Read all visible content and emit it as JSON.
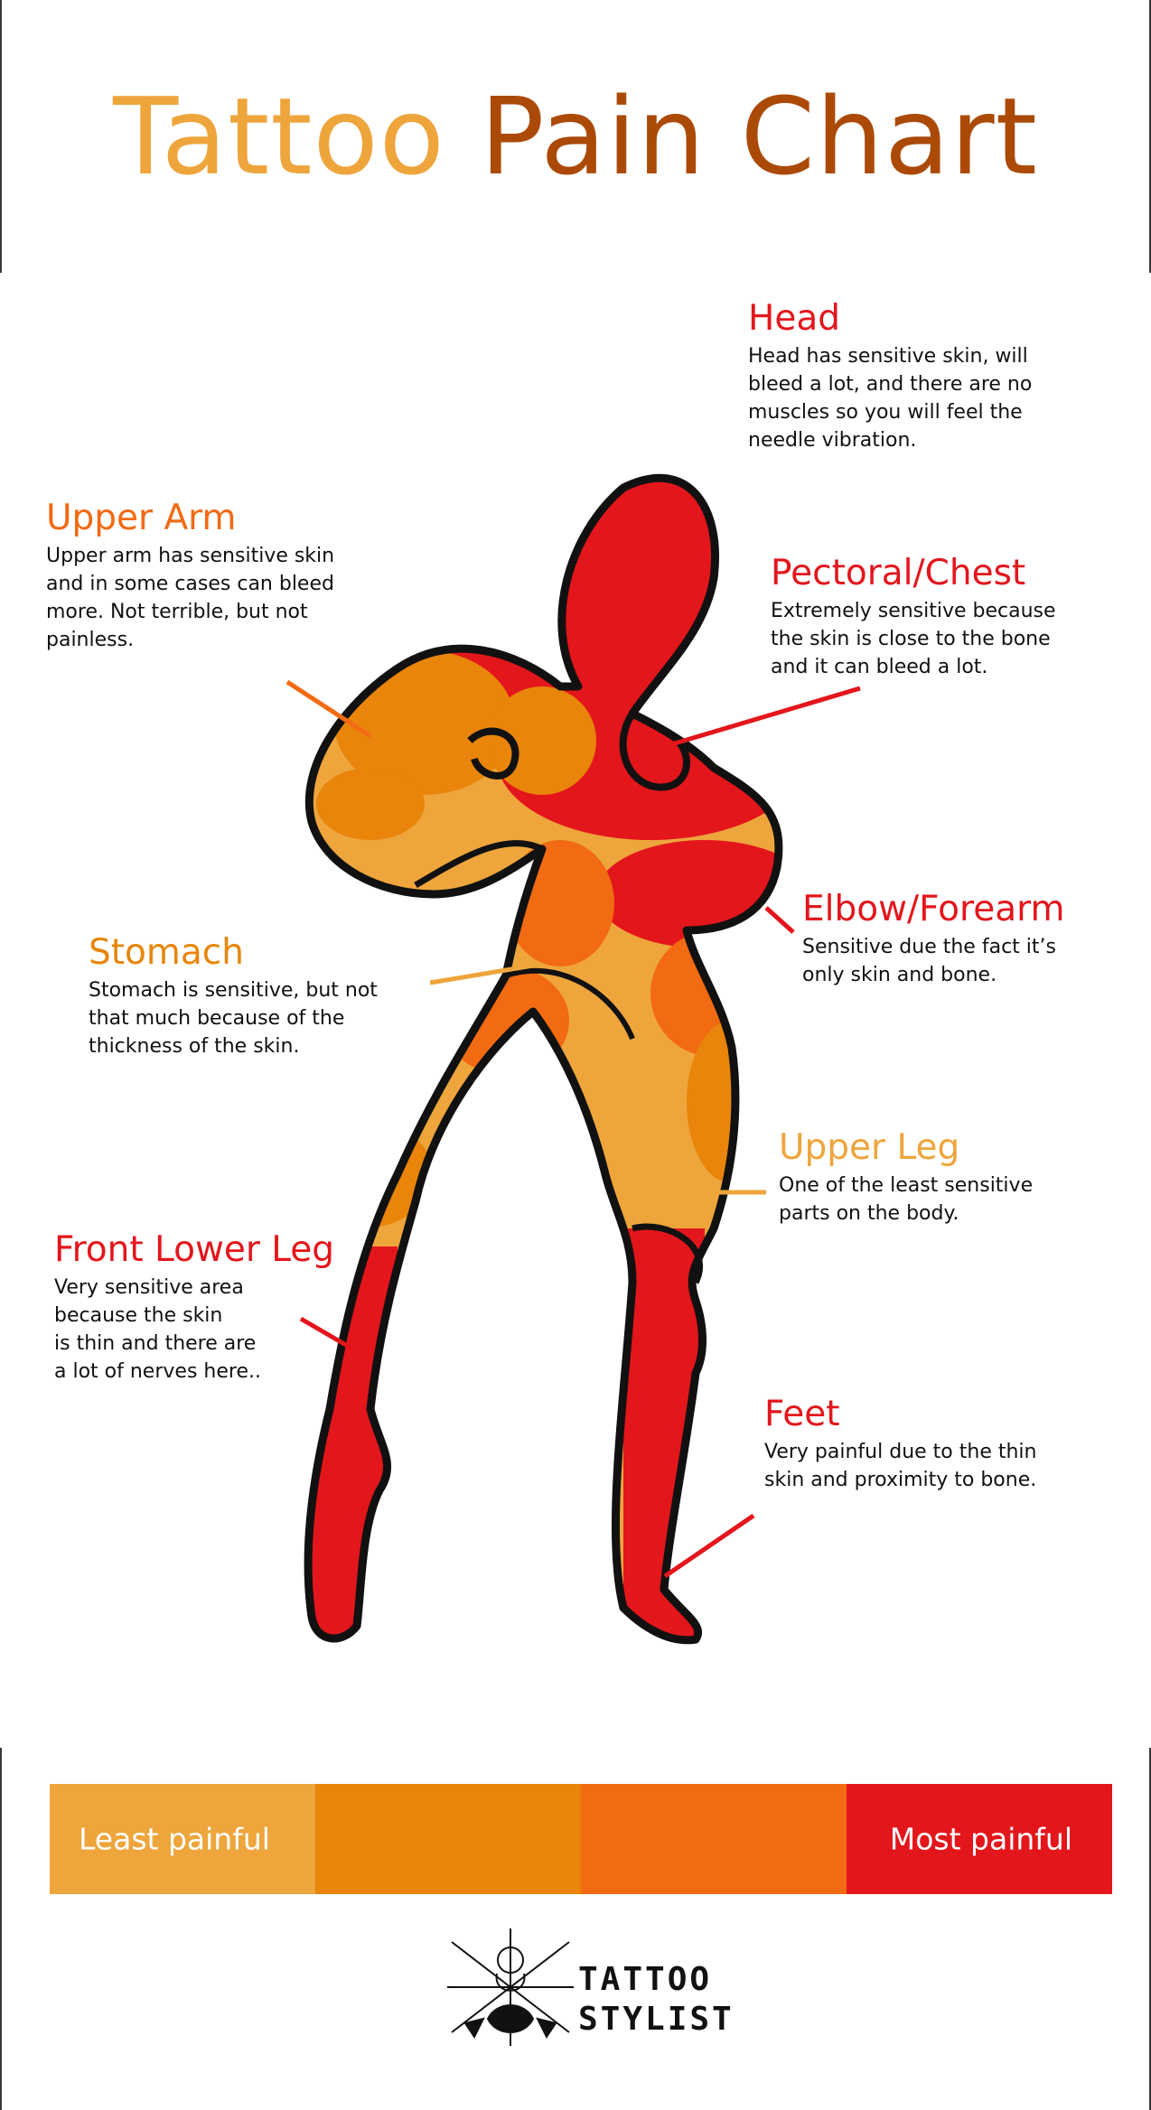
{
  "title": {
    "word1": "Tattoo",
    "word2": "Pain Chart"
  },
  "colors": {
    "least": "#eea53c",
    "low": "#e8850a",
    "high": "#f26a12",
    "most": "#e3161c",
    "title_light": "#eea53c",
    "title_dark": "#ab4a07",
    "outline": "#111111"
  },
  "callouts": {
    "head": {
      "title": "Head",
      "text": "Head has sensitive skin, will\nbleed a lot, and there are no\nmuscles so you will feel the\nneedle vibration."
    },
    "upper_arm": {
      "title": "Upper Arm",
      "text": "Upper arm has sensitive skin\nand in some cases can bleed\nmore. Not terrible, but not\npainless."
    },
    "pectoral": {
      "title": "Pectoral/Chest",
      "text": "Extremely sensitive because\nthe skin is close to the bone\nand it can bleed a lot."
    },
    "elbow": {
      "title": "Elbow/Forearm",
      "text": "Sensitive due the fact it’s\nonly skin and bone."
    },
    "stomach": {
      "title": "Stomach",
      "text": "Stomach is sensitive, but not\nthat much because of the\nthickness of the skin."
    },
    "upper_leg": {
      "title": "Upper Leg",
      "text": "One of the least sensitive\nparts on the body."
    },
    "front_lower_leg": {
      "title": "Front Lower Leg",
      "text": "Very sensitive area\nbecause the skin\nis thin and there are\na lot of nerves here.."
    },
    "feet": {
      "title": "Feet",
      "text": "Very painful due to the thin\nskin and proximity to bone."
    }
  },
  "scale": {
    "least_label": "Least painful",
    "most_label": "Most painful"
  },
  "logo": {
    "line1": "TATTOO",
    "line2": "STYLIST"
  }
}
